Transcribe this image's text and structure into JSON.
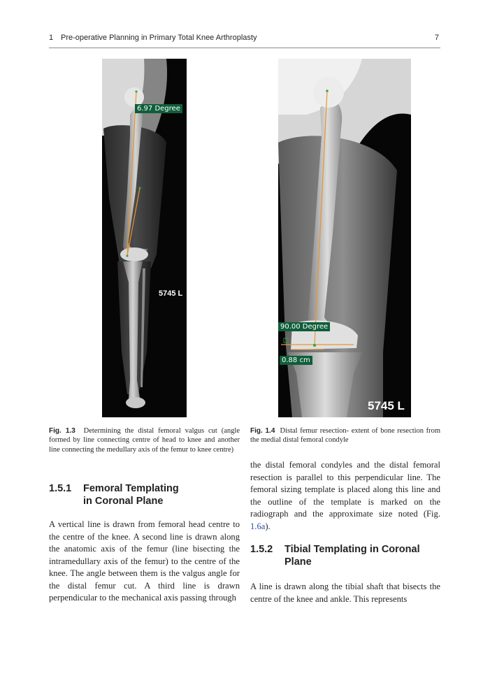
{
  "header": {
    "chapter_number": "1",
    "chapter_title": "Pre-operative Planning in Primary Total Knee Arthroplasty",
    "page_number": "7"
  },
  "figure_left": {
    "angle_label": "6.97 Degree",
    "film_label": "5745 L"
  },
  "figure_right": {
    "angle_label": "90.00 Degree",
    "distance_label": "0.88 cm",
    "film_label": "5745 L"
  },
  "captions": {
    "fig13": {
      "label": "Fig. 1.3",
      "text": "Determining the distal femoral valgus cut (angle formed by line connecting centre of head to knee and another line connecting the medullary axis of the femur to knee centre)"
    },
    "fig14": {
      "label": "Fig. 1.4",
      "text": "Distal femur resection- extent of bone resection from the medial distal femoral condyle"
    }
  },
  "section_151": {
    "number": "1.5.1",
    "title_line1": "Femoral Templating",
    "title_line2": "in Coronal Plane",
    "paragraph": "A vertical line is drawn from femoral head centre to the centre of the knee. A second line is drawn along the anatomic axis of the femur (line bisecting the intramedullary axis of the femur) to the centre of the knee. The angle between them is the valgus angle for the distal femur cut. A third line is drawn perpendicular to the mechanical axis passing through"
  },
  "right_column": {
    "paragraph_start": "the distal femoral condyles and the distal femoral resection is parallel to this perpendicular line. The femoral sizing template is placed along this line and the outline of the template is marked on the radiograph and the approximate size noted (Fig. ",
    "fig_ref": "1.6a",
    "paragraph_end": ")."
  },
  "section_152": {
    "number": "1.5.2",
    "title_line1": "Tibial Templating in Coronal",
    "title_line2": "Plane",
    "paragraph": "A line is drawn along the tibial shaft that bisects the centre of the knee and ankle. This represents"
  },
  "colors": {
    "overlay_line": "#e8952f",
    "tag_background": "#0f5e3a"
  }
}
